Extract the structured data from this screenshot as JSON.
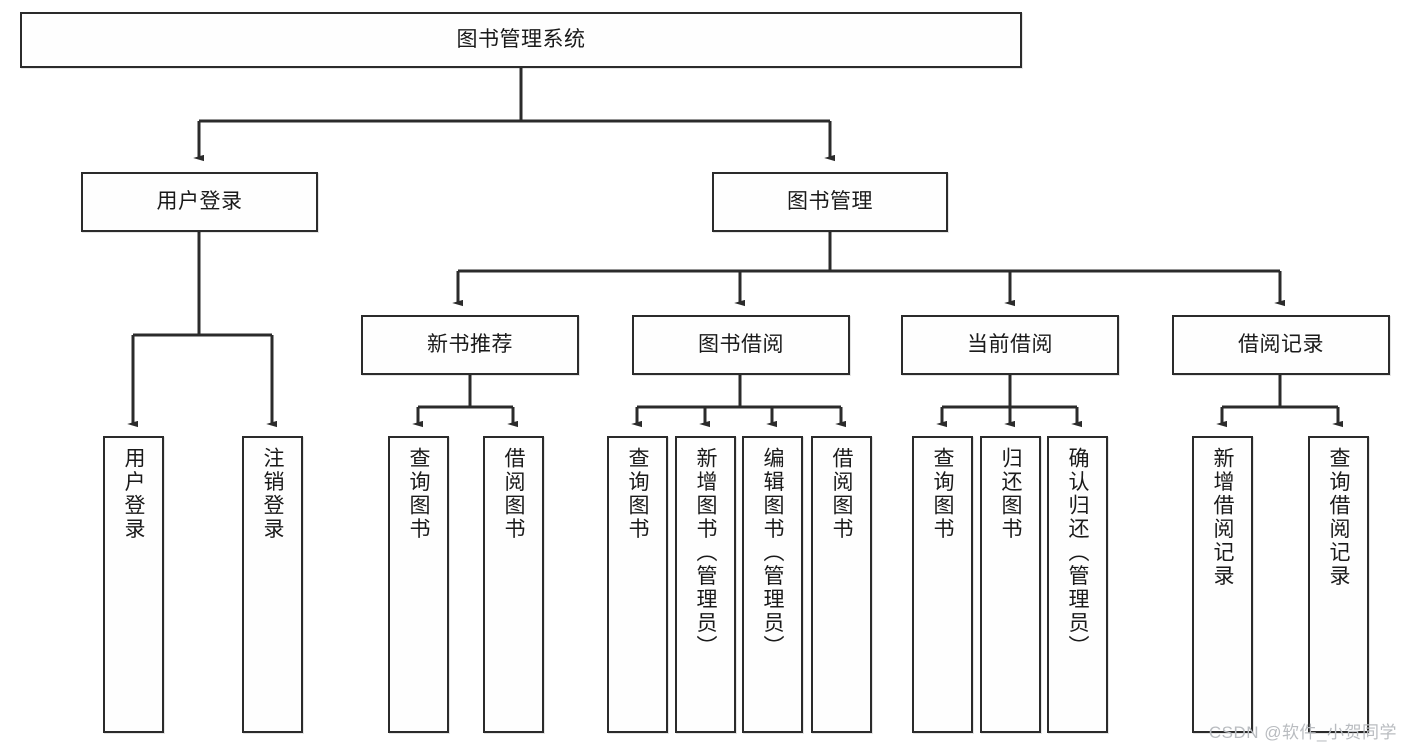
{
  "diagram": {
    "type": "hierarchy-tree",
    "title": "图书管理系统",
    "watermark": "CSDN @软件_小贺同学",
    "nodes": {
      "root": {
        "label": "图书管理系统"
      },
      "level1": [
        {
          "id": "user-login",
          "label": "用户登录"
        },
        {
          "id": "book-management",
          "label": "图书管理"
        }
      ],
      "level2": [
        {
          "id": "new-book-recommend",
          "label": "新书推荐"
        },
        {
          "id": "book-borrow",
          "label": "图书借阅"
        },
        {
          "id": "current-borrow",
          "label": "当前借阅"
        },
        {
          "id": "borrow-record",
          "label": "借阅记录"
        }
      ],
      "leaves": [
        {
          "id": "leaf-user-login",
          "label": "用户登录"
        },
        {
          "id": "leaf-logout-login",
          "label": "注销登录"
        },
        {
          "id": "leaf-query-book-1",
          "label": "查询图书"
        },
        {
          "id": "leaf-borrow-book-1",
          "label": "借阅图书"
        },
        {
          "id": "leaf-query-book-2",
          "label": "查询图书"
        },
        {
          "id": "leaf-add-book",
          "label": "新增图书（管理员）"
        },
        {
          "id": "leaf-edit-book",
          "label": "编辑图书（管理员）"
        },
        {
          "id": "leaf-borrow-book-2",
          "label": "借阅图书"
        },
        {
          "id": "leaf-query-book-3",
          "label": "查询图书"
        },
        {
          "id": "leaf-return-book",
          "label": "归还图书"
        },
        {
          "id": "leaf-confirm-return",
          "label": "确认归还（管理员）"
        },
        {
          "id": "leaf-add-borrow-record",
          "label": "新增借阅记录"
        },
        {
          "id": "leaf-query-borrow-record",
          "label": "查询借阅记录"
        }
      ]
    },
    "colors": {
      "border": "#2b2b2b",
      "fill": "#fefefe",
      "text": "#1a1a1a",
      "watermark": "#b9bcc0"
    }
  }
}
